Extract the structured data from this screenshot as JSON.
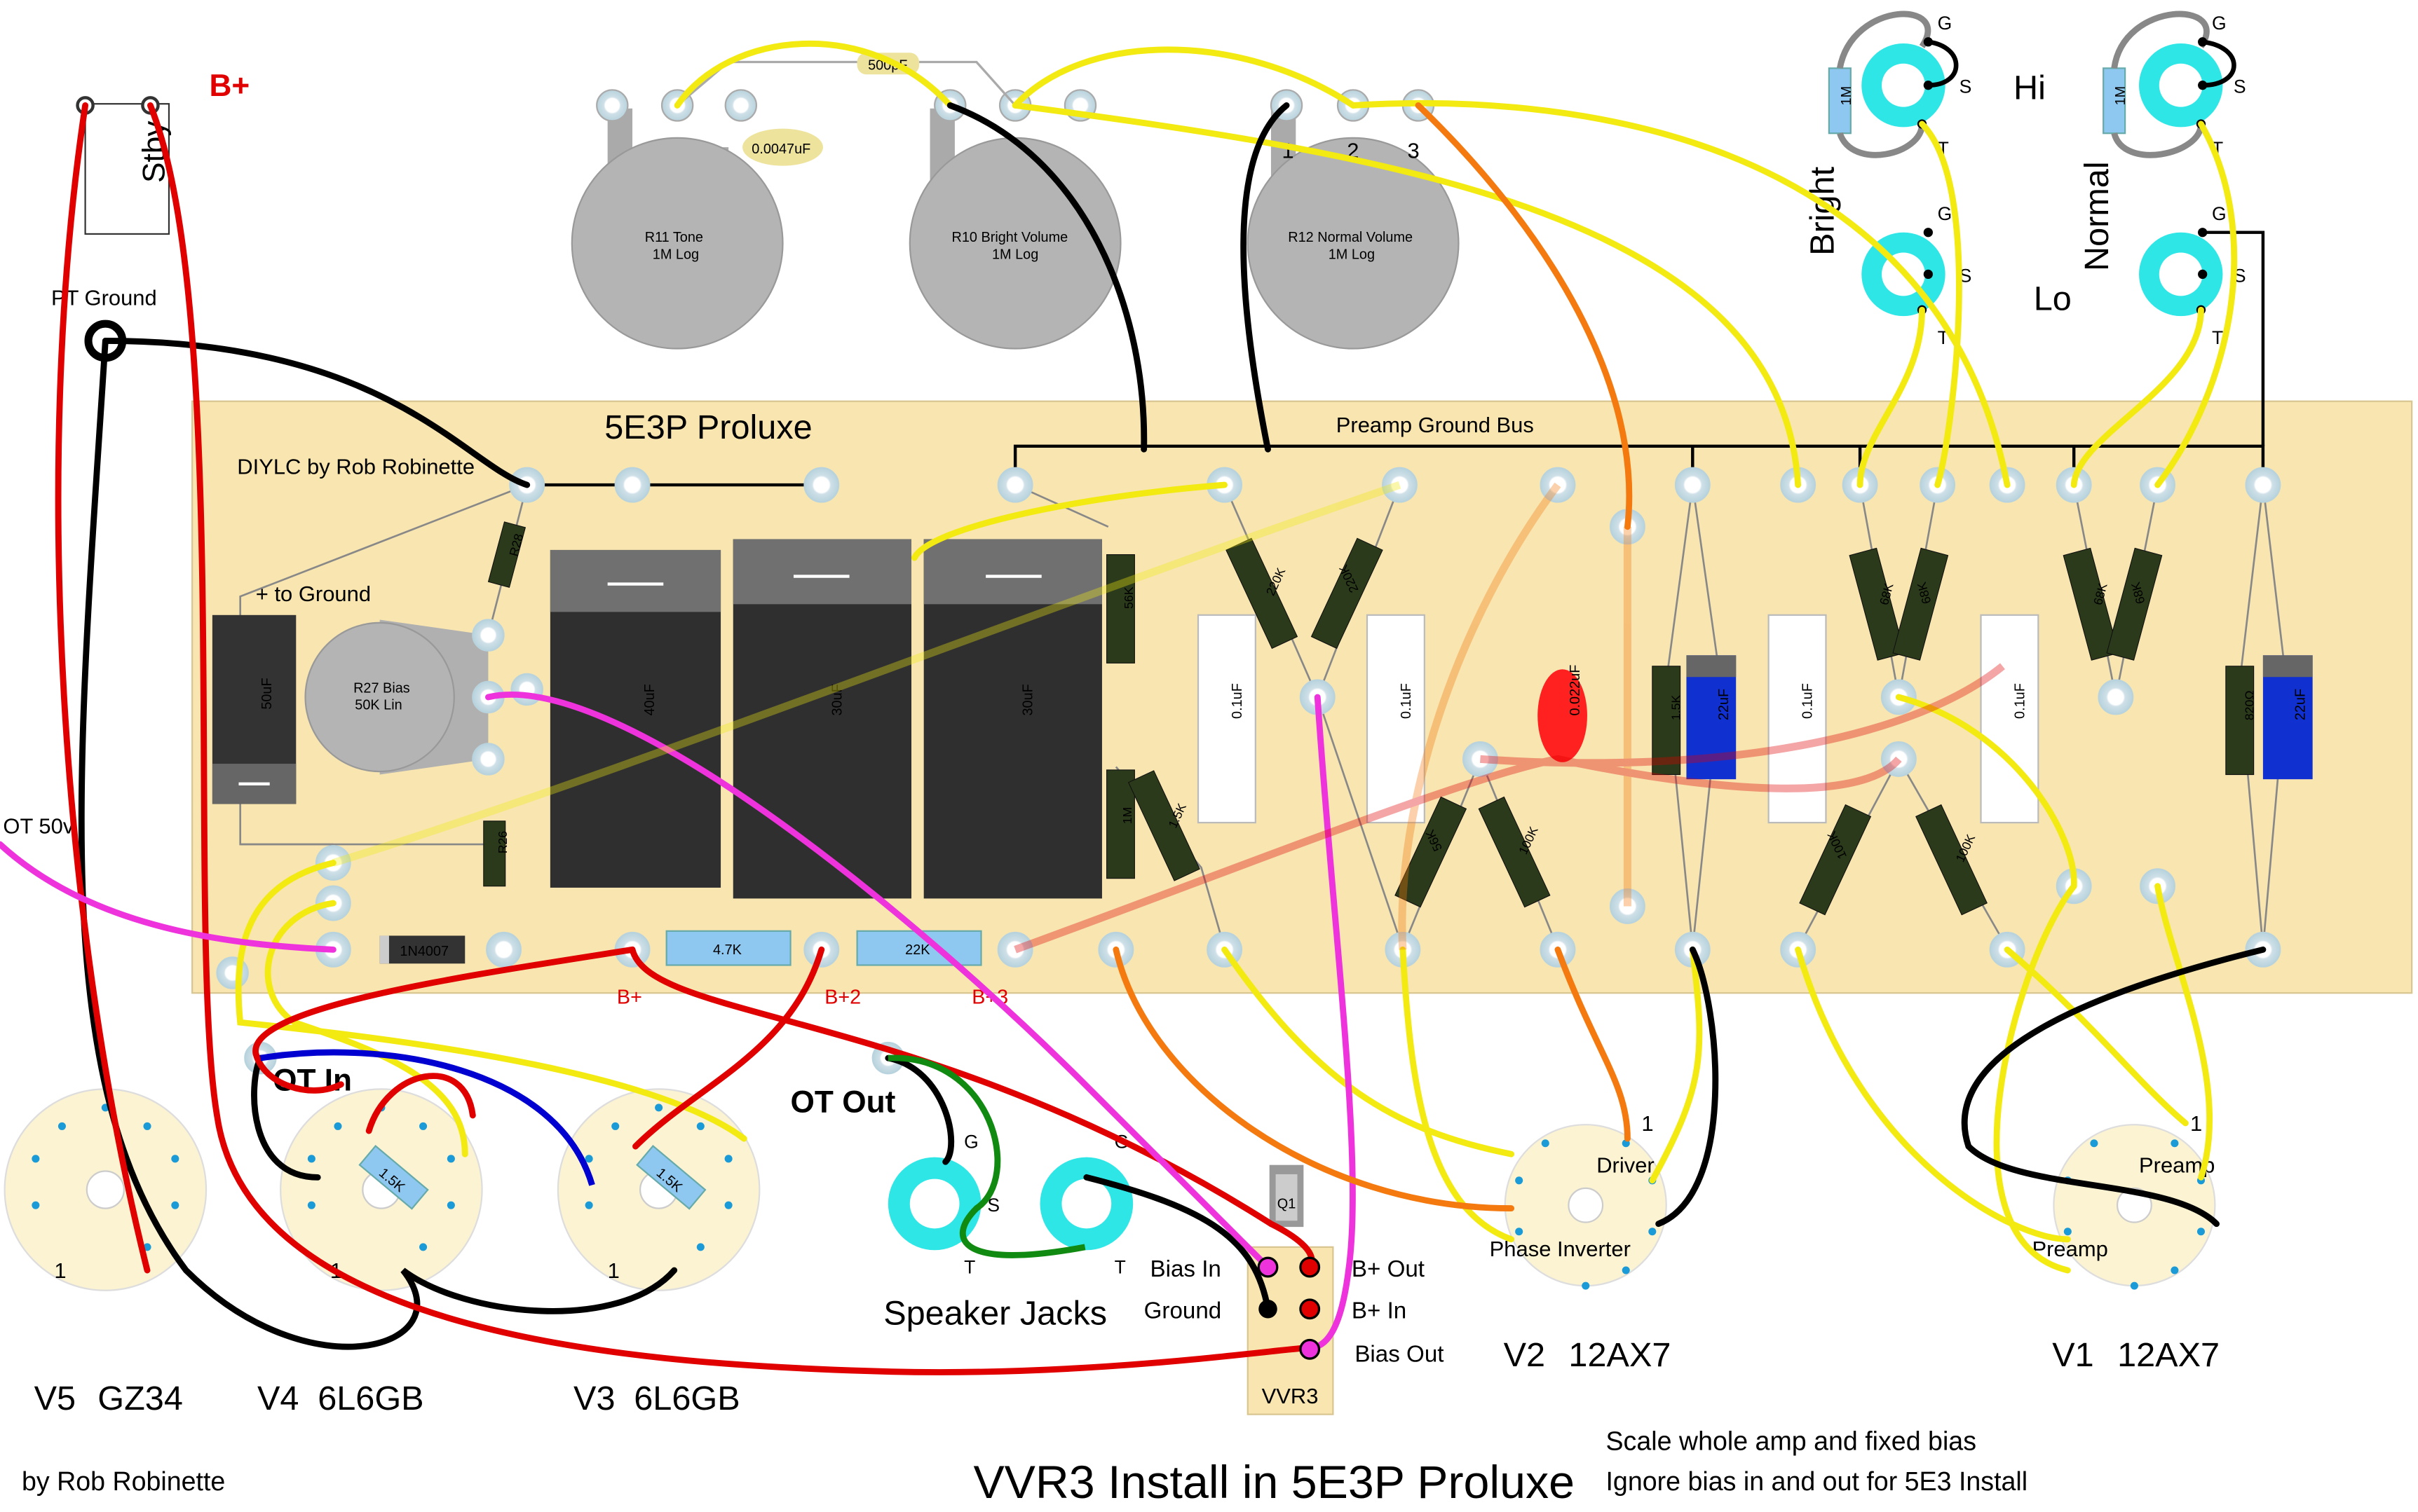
{
  "title": "VVR3 Install in 5E3P Proluxe",
  "author": "by Rob Robinette",
  "notes": [
    "Scale whole amp and fixed bias",
    "Ignore bias in and out for 5E3 Install"
  ],
  "board": {
    "name": "5E3P Proluxe",
    "credit": "DIYLC by Rob Robinette",
    "ground_bus": "Preamp Ground Bus",
    "plus_to_ground": "+ to Ground",
    "bias_pot": [
      "R27 Bias",
      "50K Lin"
    ],
    "ot_tap": "OT 50v",
    "rail_labels": [
      "B+",
      "B+2",
      "B+3"
    ]
  },
  "components": {
    "caps": [
      "50uF",
      "40uF",
      "30uF",
      "30uF",
      "0.1uF",
      "0.1uF",
      "0.022uF",
      "22uF",
      "0.1uF",
      "0.1uF",
      "22uF"
    ],
    "resistors": [
      "R28",
      "R26",
      "56K",
      "1M",
      "1.5K",
      "220K",
      "220K",
      "56K",
      "100K",
      "1.5K",
      "68K",
      "68K",
      "100K",
      "100K",
      "68K",
      "68K",
      "820Ω",
      "4.7K",
      "22K"
    ],
    "diode": "1N4007",
    "cap_500pF": "500pF",
    "cap_0047": "0.0047uF"
  },
  "pots": [
    {
      "name": "R11 Tone",
      "value": "1M Log"
    },
    {
      "name": "R10 Bright Volume",
      "value": "1M Log"
    },
    {
      "name": "R12 Normal Volume",
      "value": "1M Log"
    }
  ],
  "pot_pins": [
    "1",
    "2",
    "3"
  ],
  "standby": "Stby",
  "bplus": "B+",
  "pt_ground": "PT Ground",
  "jacks": {
    "bright": "Bright",
    "normal": "Normal",
    "hi": "Hi",
    "lo": "Lo",
    "pins": [
      "G",
      "S",
      "T"
    ],
    "res": "1M"
  },
  "tubes": [
    {
      "id": "V5",
      "type": "GZ34",
      "pin1": "1"
    },
    {
      "id": "V4",
      "type": "6L6GB",
      "pin1": "1",
      "res": "1.5K"
    },
    {
      "id": "V3",
      "type": "6L6GB",
      "pin1": "1",
      "res": "1.5K"
    },
    {
      "id": "V2",
      "type": "12AX7",
      "sub": [
        "Driver",
        "Phase Inverter"
      ],
      "pin1": "1"
    },
    {
      "id": "V1",
      "type": "12AX7",
      "sub": [
        "Preamp",
        "Preamp"
      ],
      "pin1": "1"
    }
  ],
  "ot_in": "OT In",
  "ot_out": "OT Out",
  "speaker_jacks": "Speaker Jacks",
  "vvr3": {
    "name": "VVR3",
    "q1": "Q1",
    "left": [
      "Bias In",
      "Ground"
    ],
    "right": [
      "B+ Out",
      "B+ In",
      "Bias Out"
    ]
  }
}
